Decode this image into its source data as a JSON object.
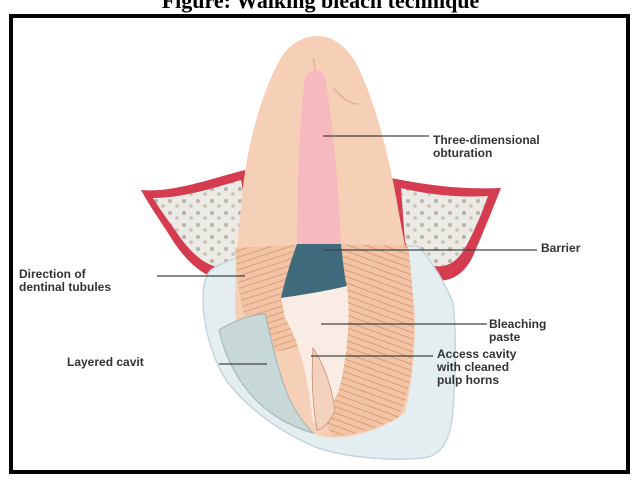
{
  "title": "Figure: Walking bleach technique",
  "labels": {
    "obturation": [
      "Three-dimensional",
      "obturation"
    ],
    "barrier": "Barrier",
    "tubules": [
      "Direction of",
      "dentinal tubules"
    ],
    "bleaching": [
      "Bleaching",
      "paste"
    ],
    "cavit": "Layered cavit",
    "access": [
      "Access cavity",
      "with cleaned",
      "pulp horns"
    ]
  },
  "colors": {
    "enamel": "#e4eef1",
    "dentin": "#f5cfb6",
    "canal": "#f6b9bd",
    "gum": "#d63c50",
    "barrier": "#3f6b7c",
    "cavit": "#c8d8d6"
  }
}
